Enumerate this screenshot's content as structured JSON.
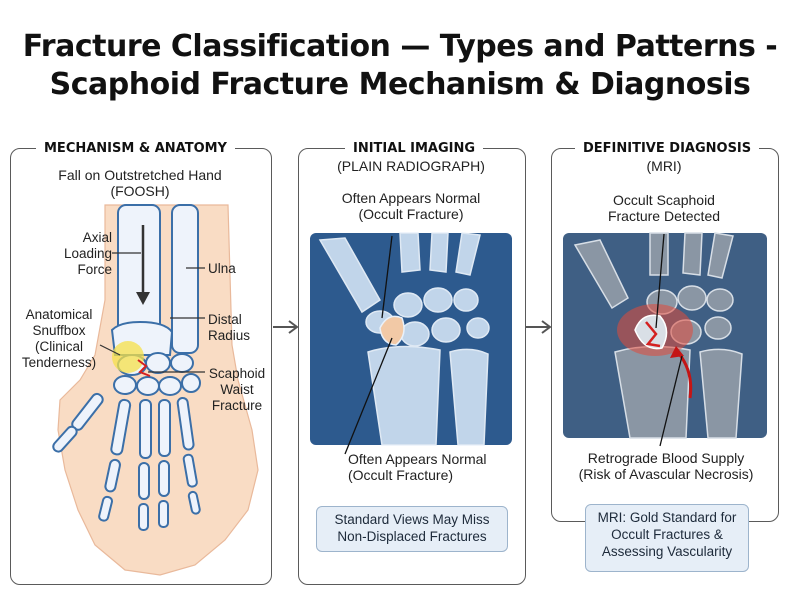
{
  "title": {
    "line1": "Fracture Classification — Types and Patterns -",
    "line2": "Scaphoid Fracture Mechanism & Diagnosis"
  },
  "panels": [
    {
      "heading": "MECHANISM & ANATOMY",
      "subtitle_line1": "Fall on Outstretched Hand",
      "subtitle_line2": "(FOOSH)",
      "labels": {
        "axial": [
          "Axial",
          "Loading",
          "Force"
        ],
        "ulna": "Ulna",
        "distal": [
          "Distal",
          "Radius"
        ],
        "snuffbox": [
          "Anatomical",
          "Snuffbox",
          "(Clinical",
          "Tenderness)"
        ],
        "scaphoid": [
          "Scaphoid",
          "Waist",
          "Fracture"
        ]
      }
    },
    {
      "heading": "INITIAL IMAGING",
      "heading_line2": "(PLAIN RADIOGRAPH)",
      "top_label": [
        "Often Appears Normal",
        "(Occult Fracture)"
      ],
      "bottom_label": [
        "Often Appears Normal",
        "(Occult Fracture)"
      ],
      "note": [
        "Standard Views May Miss",
        "Non-Displaced Fractures"
      ]
    },
    {
      "heading": "DEFINITIVE DIAGNOSIS",
      "heading_line2": "(MRI)",
      "top_label": [
        "Occult Scaphoid",
        "Fracture Detected"
      ],
      "bottom_label": [
        "Retrograde Blood Supply",
        "(Risk of Avascular Necrosis)"
      ],
      "note": [
        "MRI: Gold Standard for",
        "Occult Fractures &",
        "Assessing Vascularity"
      ]
    }
  ],
  "colors": {
    "skin": "#f9dcc4",
    "bone": "#eef3fb",
    "bone_outline": "#3b6fa8",
    "xray_bg": "#2d5a8e",
    "mri_bg": "#5f6f80",
    "fracture": "#d42020",
    "highlight": "#f6e04a"
  }
}
